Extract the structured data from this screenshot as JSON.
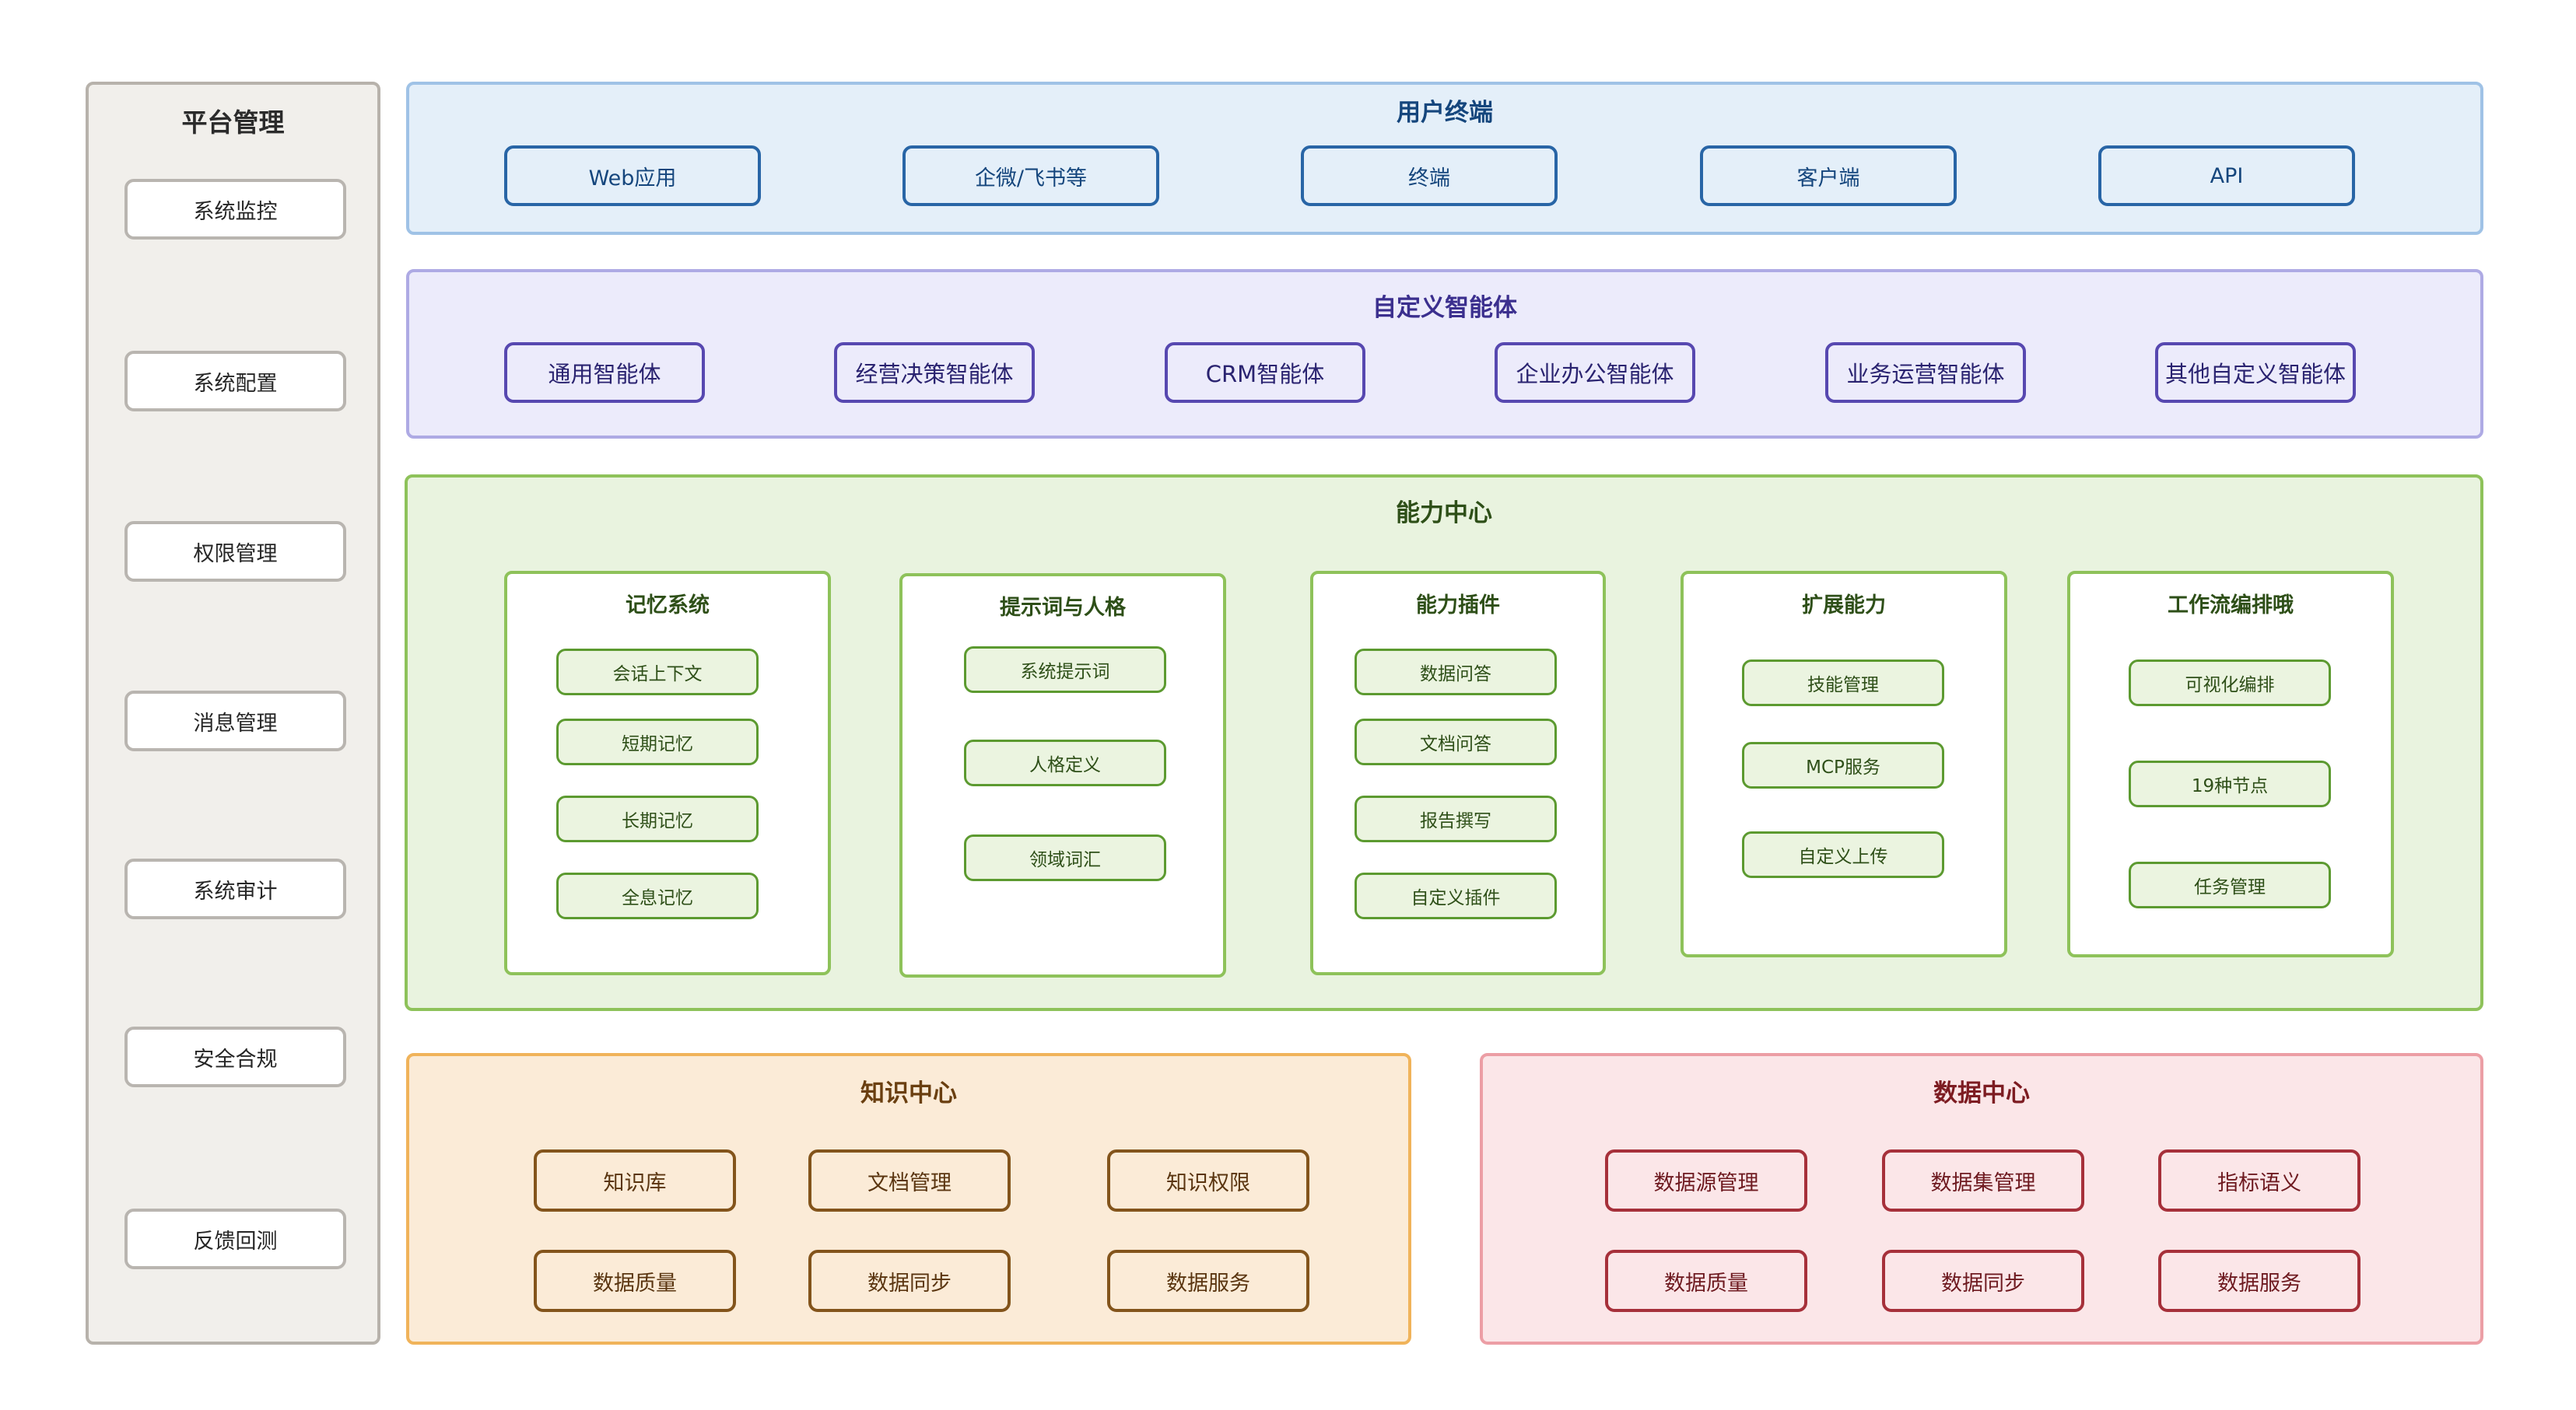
{
  "platform": {
    "title": "平台管理",
    "items": [
      "系统监控",
      "系统配置",
      "权限管理",
      "消息管理",
      "系统审计",
      "安全合规",
      "反馈回测"
    ]
  },
  "users": {
    "title": "用户终端",
    "items": [
      "Web应用",
      "企微/飞书等",
      "终端",
      "客户端",
      "API"
    ]
  },
  "agents": {
    "title": "自定义智能体",
    "items": [
      "通用智能体",
      "经营决策智能体",
      "CRM智能体",
      "企业办公智能体",
      "业务运营智能体",
      "其他自定义智能体"
    ]
  },
  "capability": {
    "title": "能力中心",
    "cards": [
      {
        "title": "记忆系统",
        "items": [
          "会话上下文",
          "短期记忆",
          "长期记忆",
          "全息记忆"
        ]
      },
      {
        "title": "提示词与人格",
        "items": [
          "系统提示词",
          "人格定义",
          "领域词汇"
        ]
      },
      {
        "title": "能力插件",
        "items": [
          "数据问答",
          "文档问答",
          "报告撰写",
          "自定义插件"
        ]
      },
      {
        "title": "扩展能力",
        "items": [
          "技能管理",
          "MCP服务",
          "自定义上传"
        ]
      },
      {
        "title": "工作流编排哦",
        "items": [
          "可视化编排",
          "19种节点",
          "任务管理"
        ]
      }
    ]
  },
  "knowledge": {
    "title": "知识中心",
    "items": [
      "知识库",
      "文档管理",
      "知识权限",
      "数据质量",
      "数据同步",
      "数据服务"
    ]
  },
  "datacenter": {
    "title": "数据中心",
    "items": [
      "数据源管理",
      "数据集管理",
      "指标语义",
      "数据质量",
      "数据同步",
      "数据服务"
    ]
  }
}
